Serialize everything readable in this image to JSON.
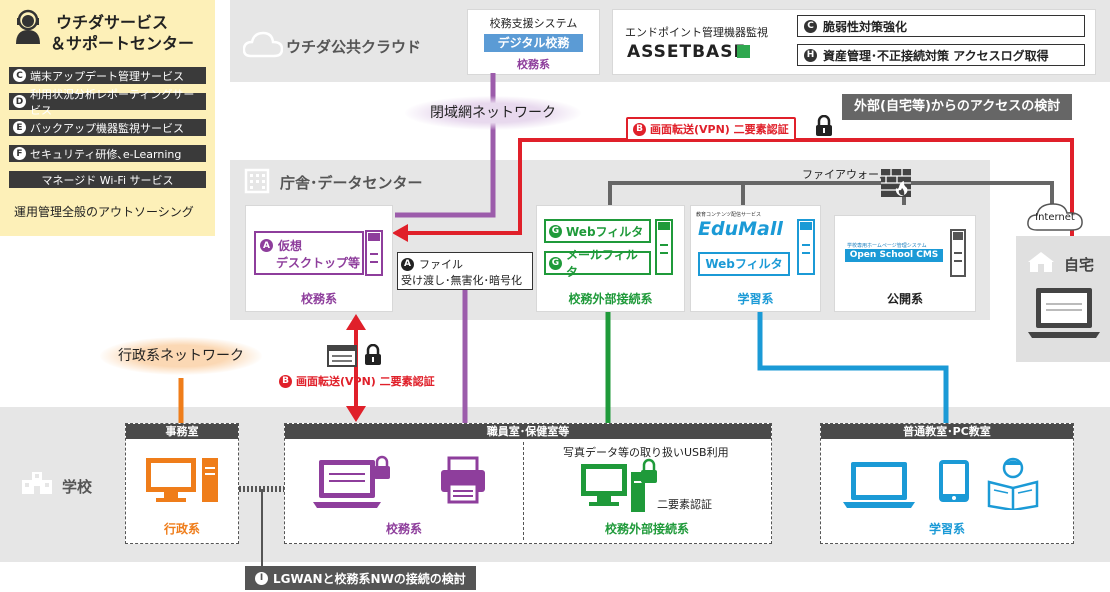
{
  "support": {
    "title_line1": "ウチダサービス",
    "title_line2": "＆サポートセンター",
    "items": [
      {
        "badge": "C",
        "label": "端末アップデート管理サービス"
      },
      {
        "badge": "D",
        "label": "利用状況分析レポーティングサービス"
      },
      {
        "badge": "E",
        "label": "バックアップ機器監視サービス"
      },
      {
        "badge": "F",
        "label": "セキュリティ研修､e-Learning"
      },
      {
        "badge": "",
        "label": "マネージド Wi-Fi サービス"
      }
    ],
    "footer": "運用管理全般のアウトソーシング"
  },
  "cloud": {
    "title": "ウチダ公共クラウド",
    "system_caption": "校務支援システム",
    "system_name": "デジタル校務",
    "system_tag": "校務系",
    "endpoint_caption": "エンドポイント管理機器監視",
    "endpoint_logo": "ASSETBASE",
    "vuln_badge": "C",
    "vuln_label": "脆弱性対策強化",
    "access_badge": "H",
    "access_label": "資産管理･不正接続対策 アクセスログ取得"
  },
  "closed_network": "閉域網ネットワーク",
  "admin_network": "行政系ネットワーク",
  "vpn_top": {
    "badge": "B",
    "label": "画面転送(VPN) 二要素認証"
  },
  "vpn_mid": {
    "badge": "B",
    "label": "画面転送(VPN) 二要素認証"
  },
  "external_access": "外部(自宅等)からのアクセスの検討",
  "firewall": "ファイアウォール",
  "internet": "Internet",
  "home": "自宅",
  "datacenter": {
    "title": "庁舎･データセンター",
    "school_admin": {
      "badge": "A",
      "line1": "仮想",
      "line2": "デスクトップ等",
      "tag": "校務系"
    },
    "file_note": {
      "badge": "A",
      "line1": "ファイル",
      "line2": "受け渡し･無害化･暗号化"
    },
    "external": {
      "web_badge": "G",
      "web": "Webフィルタ",
      "mail_badge": "G",
      "mail": "メールフィルタ",
      "tag": "校務外部接続系"
    },
    "learning": {
      "logo_caption": "教育コンテンツ配信サービス",
      "logo": "EduMall",
      "web": "Webフィルタ",
      "tag": "学習系"
    },
    "public": {
      "cms_caption": "学校専用ホームページ管理システム",
      "cms": "Open School CMS",
      "tag": "公開系"
    }
  },
  "school": {
    "title": "学校",
    "office": {
      "header": "事務室",
      "tag": "行政系"
    },
    "staff": {
      "header": "職員室･保健室等",
      "usb_note": "写真データ等の取り扱いUSB利用",
      "twofactor": "二要素認証",
      "tag_left": "校務系",
      "tag_right": "校務外部接続系"
    },
    "classroom": {
      "header": "普通教室･PC教室",
      "tag": "学習系"
    }
  },
  "lgwan": {
    "badge": "I",
    "label": "LGWANと校務系NWの接続の検討"
  },
  "colors": {
    "purple": "#8e3e9c",
    "green": "#1f9a3a",
    "blue": "#1b9ad6",
    "orange": "#ef7d1a",
    "red": "#e0202a",
    "gray": "#666666"
  }
}
